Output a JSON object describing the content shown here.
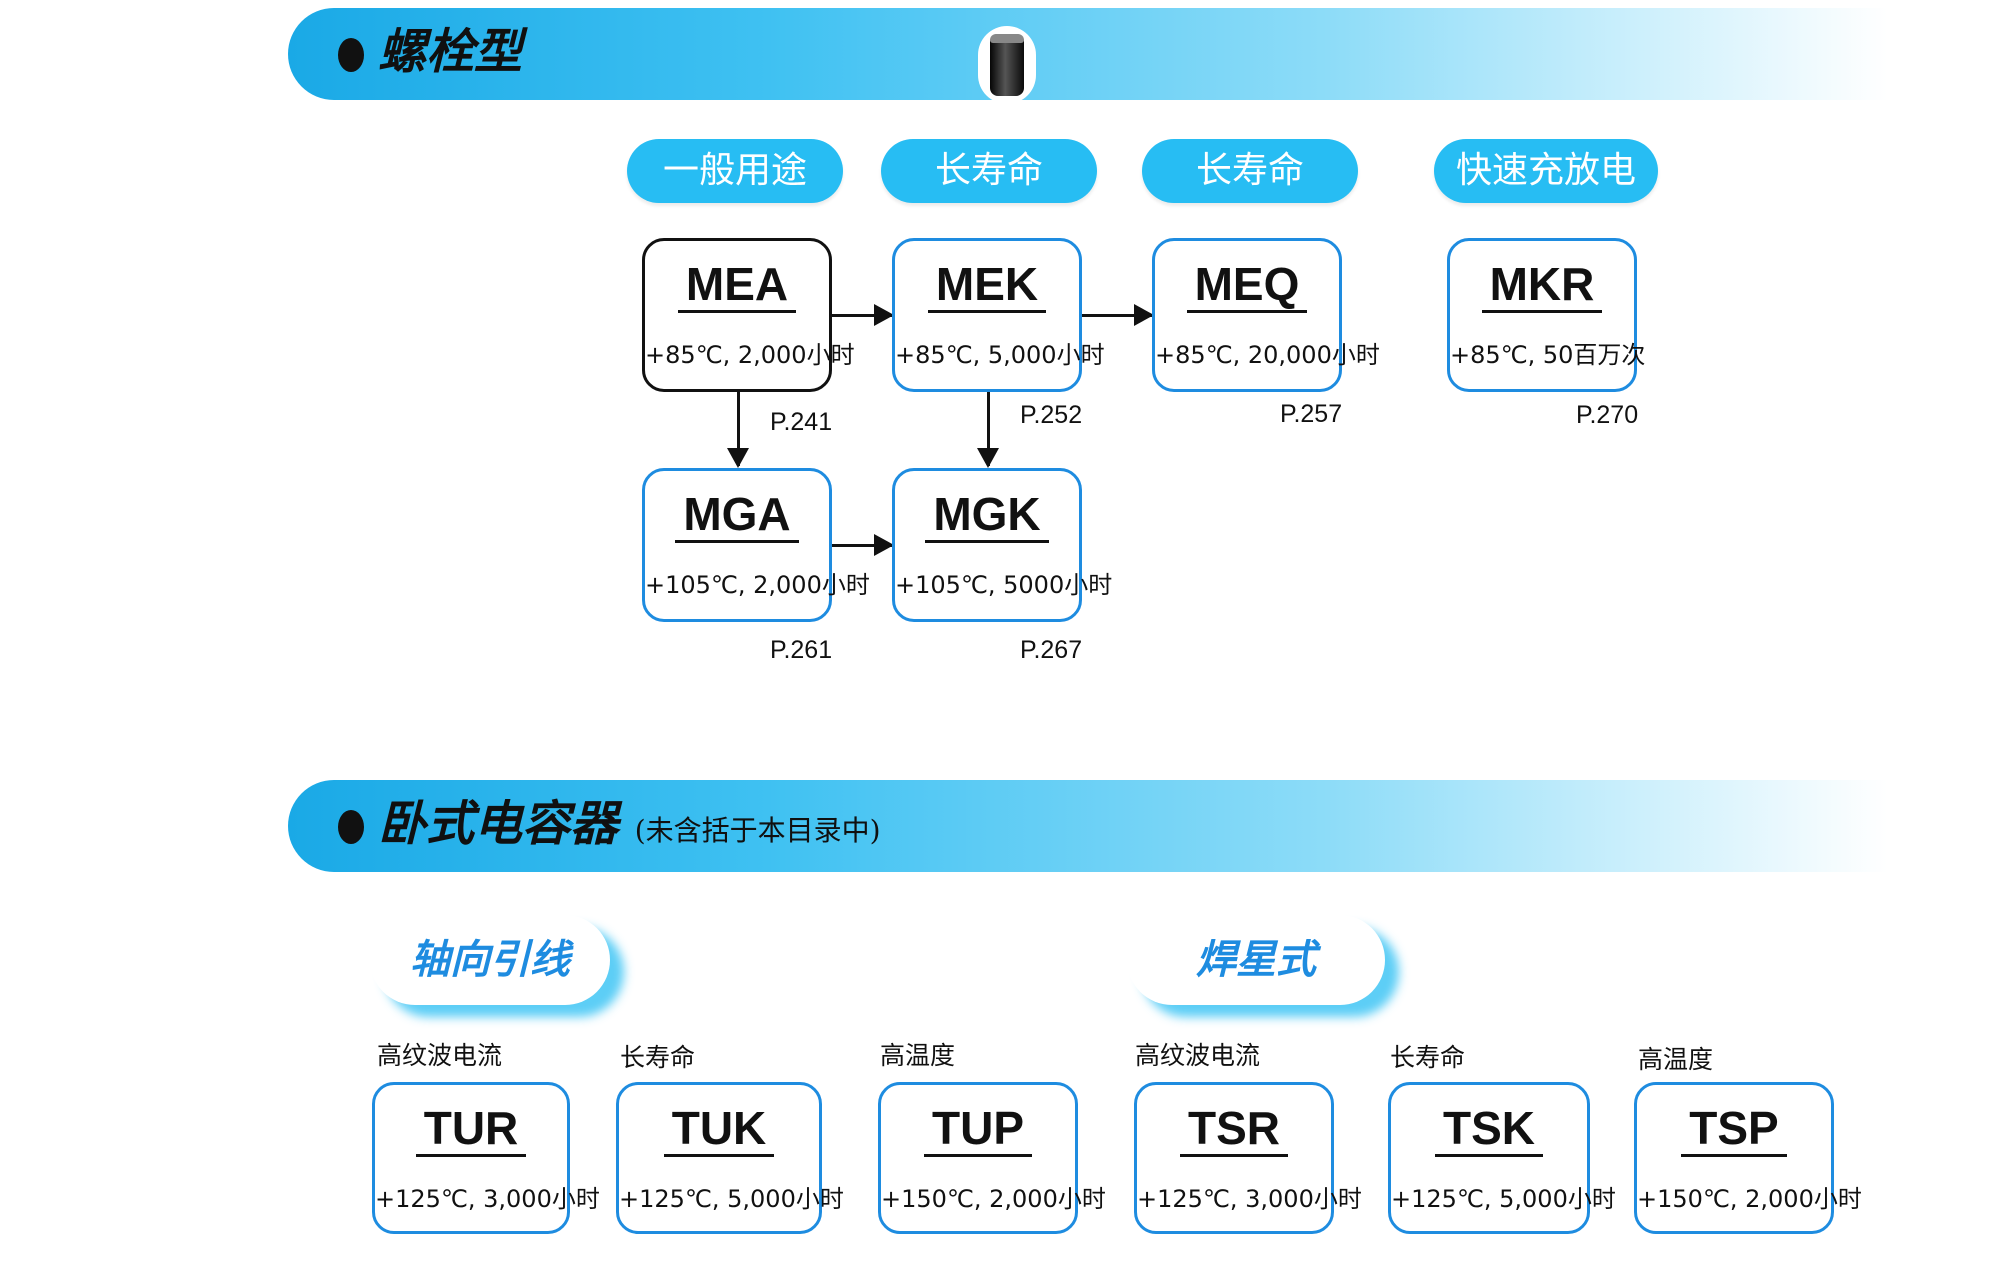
{
  "sections": [
    {
      "title": "螺栓型",
      "note": ""
    },
    {
      "title": "卧式电容器",
      "note": "(未含括于本目录中)"
    }
  ],
  "categories": [
    "一般用途",
    "长寿命",
    "长寿命",
    "快速充放电"
  ],
  "nodes": {
    "MEA": {
      "code": "MEA",
      "spec": "+85℃, 2,000小时",
      "page": "P.241"
    },
    "MEK": {
      "code": "MEK",
      "spec": "+85℃, 5,000小时",
      "page": "P.252"
    },
    "MEQ": {
      "code": "MEQ",
      "spec": "+85℃, 20,000小时",
      "page": "P.257"
    },
    "MKR": {
      "code": "MKR",
      "spec": "+85℃, 50百万次",
      "page": "P.270"
    },
    "MGA": {
      "code": "MGA",
      "spec": "+105℃, 2,000小时",
      "page": "P.261"
    },
    "MGK": {
      "code": "MGK",
      "spec": "+105℃, 5000小时",
      "page": "P.267"
    }
  },
  "edges": [
    {
      "from": "MEA",
      "to": "MEK"
    },
    {
      "from": "MEK",
      "to": "MEQ"
    },
    {
      "from": "MEA",
      "to": "MGA"
    },
    {
      "from": "MEK",
      "to": "MGK"
    },
    {
      "from": "MGA",
      "to": "MGK"
    }
  ],
  "groups": [
    "轴向引线",
    "焊星式"
  ],
  "lower": [
    {
      "label": "高纹波电流",
      "code": "TUR",
      "spec": "+125℃, 3,000小时"
    },
    {
      "label": "长寿命",
      "code": "TUK",
      "spec": "+125℃, 5,000小时"
    },
    {
      "label": "高温度",
      "code": "TUP",
      "spec": "+150℃, 2,000小时"
    },
    {
      "label": "高纹波电流",
      "code": "TSR",
      "spec": "+125℃, 3,000小时"
    },
    {
      "label": "长寿命",
      "code": "TSK",
      "spec": "+125℃, 5,000小时"
    },
    {
      "label": "高温度",
      "code": "TSP",
      "spec": "+150℃, 2,000小时"
    }
  ],
  "colors": {
    "accent": "#27bdf3",
    "box_border": "#1e8ce0",
    "text": "#111111"
  }
}
